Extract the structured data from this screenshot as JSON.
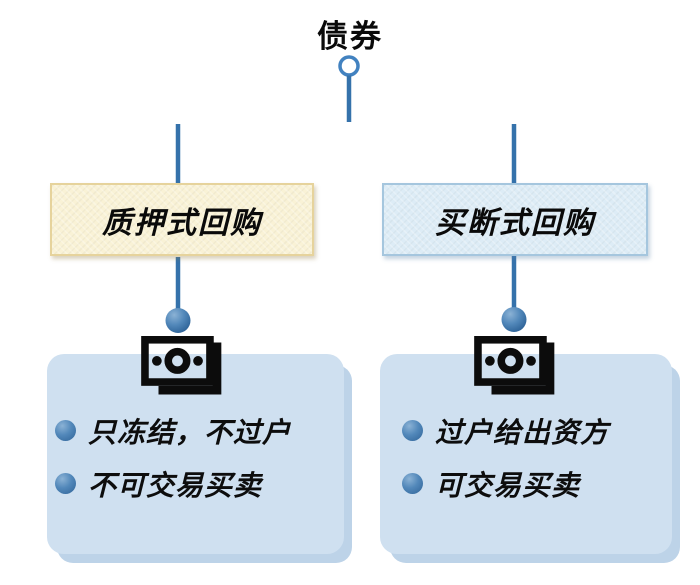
{
  "title": "债券",
  "branches": [
    {
      "label": "质押式回购",
      "points": [
        "只冻结，不过户",
        "不可交易买卖"
      ]
    },
    {
      "label": "买断式回购",
      "points": [
        "过户给出资方",
        "可交易买卖"
      ]
    }
  ],
  "icons": {
    "branch_icon": "money-banknotes-icon",
    "root_node": "circle-node-icon",
    "list_marker": "bullet-dot-icon"
  },
  "colors": {
    "connector": "#2f6ba6",
    "root_circle_stroke": "#4282c0",
    "node_dot": "#4a80b2",
    "pledge_box_bg": "#f9f2d6",
    "pledge_box_border": "#e6d39c",
    "outright_box_bg": "#ddecf6",
    "outright_box_border": "#a5c6de",
    "panel_bg": "#cfe0f0",
    "panel_shadow": "#bdd3e8",
    "icon_color": "#0c0c0c",
    "text": "#0d0d0d"
  }
}
